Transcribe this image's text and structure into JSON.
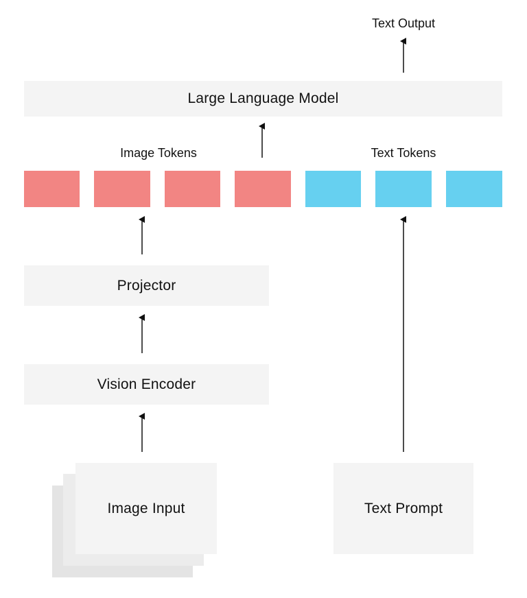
{
  "diagram": {
    "text_output_label": "Text Output",
    "llm_label": "Large Language Model",
    "image_tokens_label": "Image Tokens",
    "text_tokens_label": "Text Tokens",
    "projector_label": "Projector",
    "vision_encoder_label": "Vision Encoder",
    "image_input_label": "Image Input",
    "text_prompt_label": "Text Prompt",
    "image_token_count": 4,
    "text_token_count": 3,
    "colors": {
      "image_token": "#f28583",
      "text_token": "#66d0f0",
      "box_fill": "#f4f4f4"
    }
  }
}
